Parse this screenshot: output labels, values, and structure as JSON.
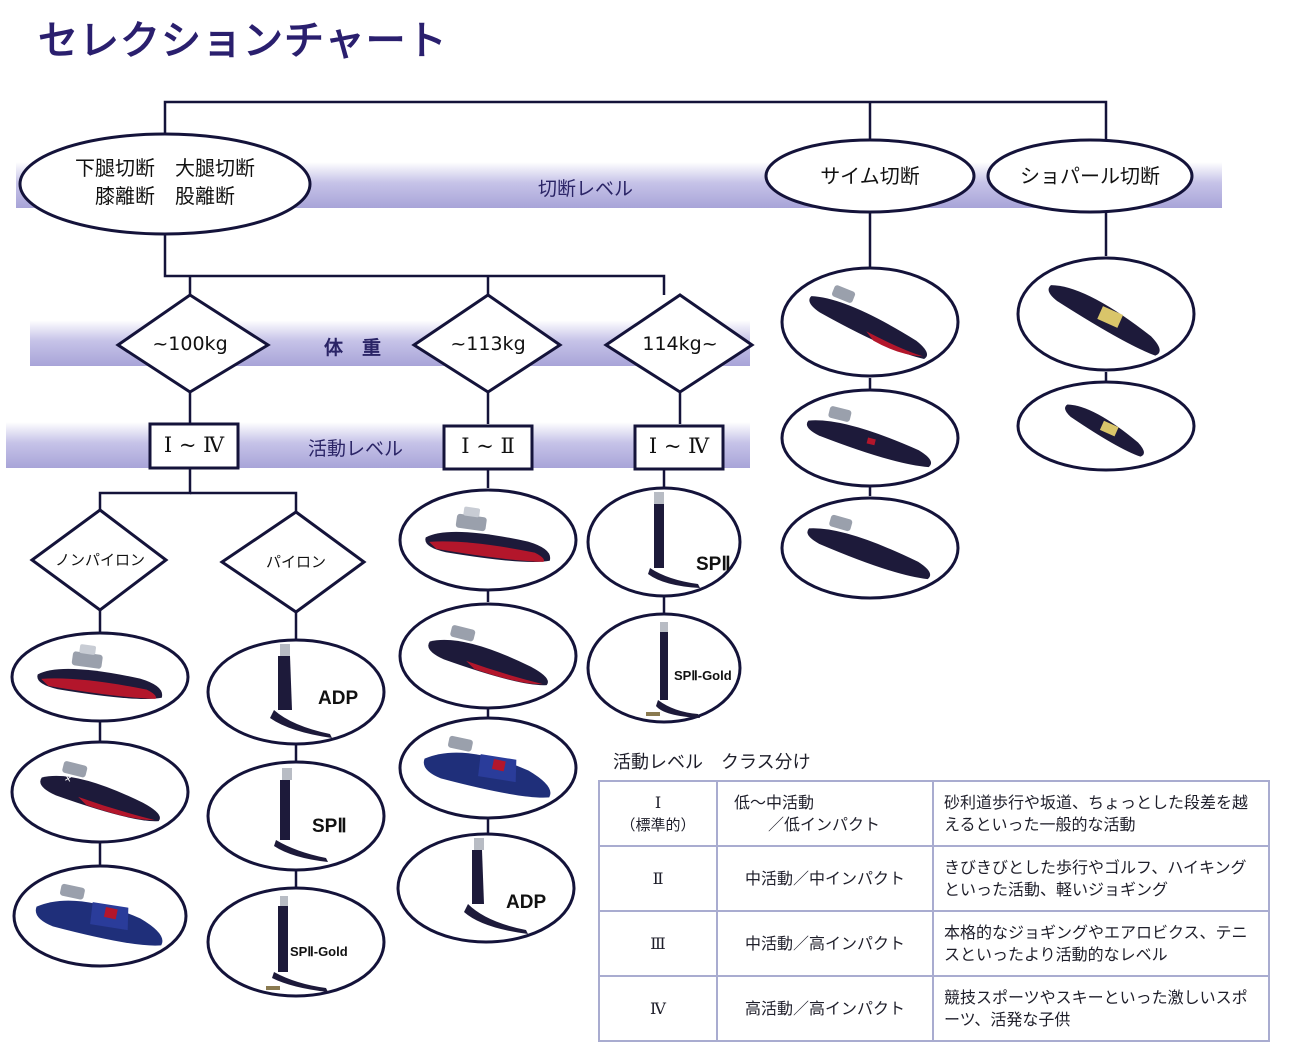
{
  "title": "セレクションチャート",
  "bands": {
    "level": "切断レベル",
    "weight": "体　重",
    "activity": "活動レベル"
  },
  "amputation": {
    "main_line1": "下腿切断　大腿切断",
    "main_line2": "膝離断　股離断",
    "syme": "サイム切断",
    "chopart": "ショパール切断"
  },
  "weights": [
    "~100kg",
    "~113kg",
    "114kg~"
  ],
  "activity_levels": [
    "Ⅰ ~ Ⅳ",
    "Ⅰ ~ Ⅱ",
    "Ⅰ ~ Ⅳ"
  ],
  "pylon": {
    "non": "ノンパイロン",
    "with": "パイロン"
  },
  "products": {
    "adp_1": "ADP",
    "sp2_1": "SPⅡ",
    "sp2gold_1": "SPⅡ-Gold",
    "adp_2": "ADP",
    "sp2_2": "SPⅡ",
    "sp2gold_2": "SPⅡ-Gold"
  },
  "table": {
    "title": "活動レベル　クラス分け",
    "rows": [
      {
        "level": "Ⅰ",
        "level_note": "（標準的）",
        "intensity_a": "低～中活動",
        "intensity_b": "／低インパクト",
        "desc": "砂利道歩行や坂道、ちょっとした段差を越えるといった一般的な活動"
      },
      {
        "level": "Ⅱ",
        "intensity": "中活動／中インパクト",
        "desc": "きびきびとした歩行やゴルフ、ハイキングといった活動、軽いジョギング"
      },
      {
        "level": "Ⅲ",
        "intensity": "中活動／高インパクト",
        "desc": "本格的なジョギングやエアロビクス、テニスといったより活動的なレベル"
      },
      {
        "level": "Ⅳ",
        "intensity": "高活動／高インパクト",
        "desc": "競技スポーツやスキーといった激しいスポーツ、活発な子供"
      }
    ]
  },
  "colors": {
    "title": "#2a1f6e",
    "band": "#b9b6e0",
    "outline": "#14133a",
    "foot_dark": "#1d1a3a",
    "foot_red": "#b3162b",
    "foot_blue": "#1f2f7a"
  }
}
